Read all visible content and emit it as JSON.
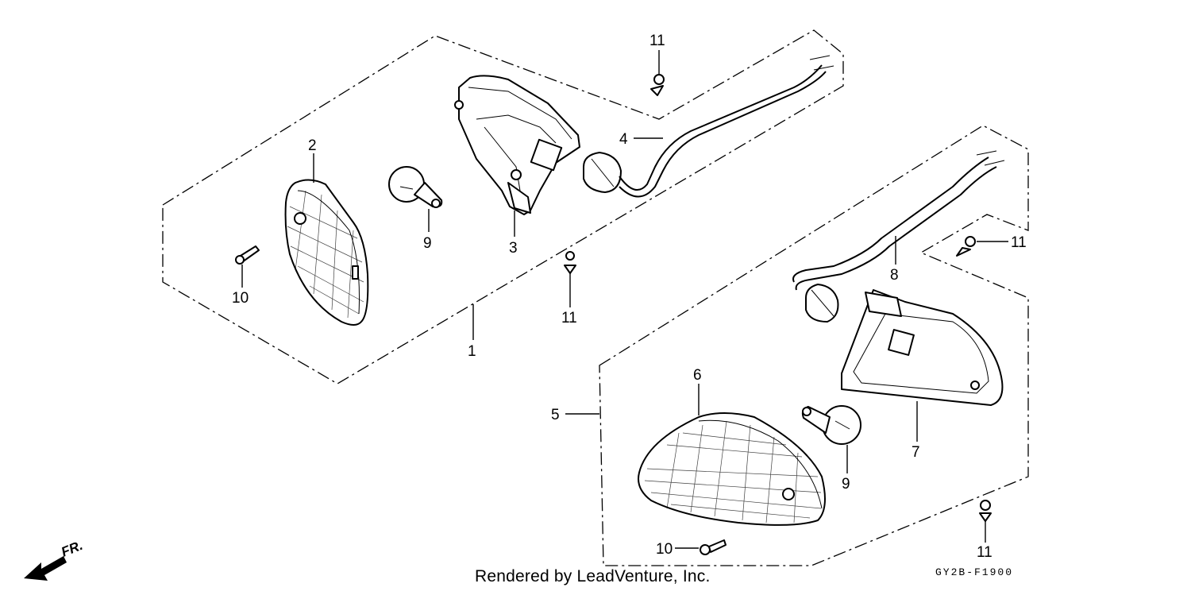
{
  "callouts": {
    "c1": "1",
    "c2": "2",
    "c3": "3",
    "c4": "4",
    "c5": "5",
    "c6": "6",
    "c7": "7",
    "c8": "8",
    "c9a": "9",
    "c9b": "9",
    "c10a": "10",
    "c10b": "10",
    "c11a": "11",
    "c11b": "11",
    "c11c": "11",
    "c11d": "11"
  },
  "direction_label": "FR.",
  "footer_credit": "Rendered by LeadVenture, Inc.",
  "diagram_code": "GY2B-F1900"
}
